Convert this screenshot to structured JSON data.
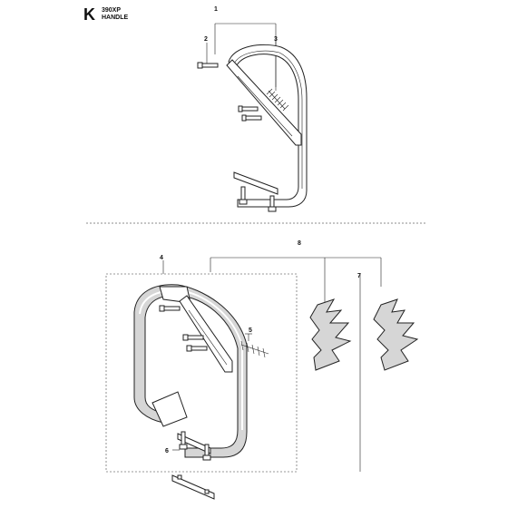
{
  "header": {
    "letter": "K",
    "model": "390XP",
    "title": "HANDLE"
  },
  "callouts": [
    "1",
    "2",
    "3",
    "4",
    "5",
    "6",
    "7",
    "8"
  ]
}
